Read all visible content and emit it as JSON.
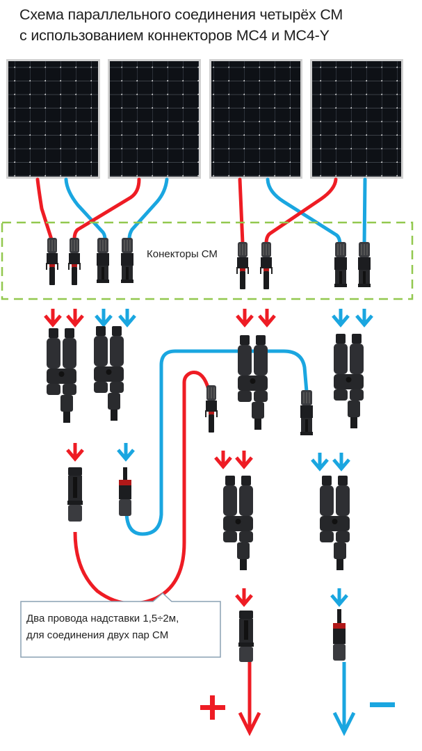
{
  "title": {
    "line1": "Схема параллельного соединения четырёх СМ",
    "line2": "с  использованием коннекторов МС4 и МС4-Y"
  },
  "labels": {
    "connectors": "Конекторы СМ",
    "callout_line1": "Два провода надставки 1,5÷2м,",
    "callout_line2": "для соединения двух пар СМ",
    "plus": "+",
    "minus": "−"
  },
  "colors": {
    "positive": "#ee1c24",
    "negative": "#1aa6e0",
    "dashed_box": "#92c84f",
    "panel": "#111418",
    "panel_frame": "#c8c8c8",
    "connector_body": "#2a2b2e",
    "callout_border": "#8aa0b4"
  },
  "panels": [
    {
      "id": "panel-1"
    },
    {
      "id": "panel-2"
    },
    {
      "id": "panel-3"
    },
    {
      "id": "panel-4"
    }
  ]
}
